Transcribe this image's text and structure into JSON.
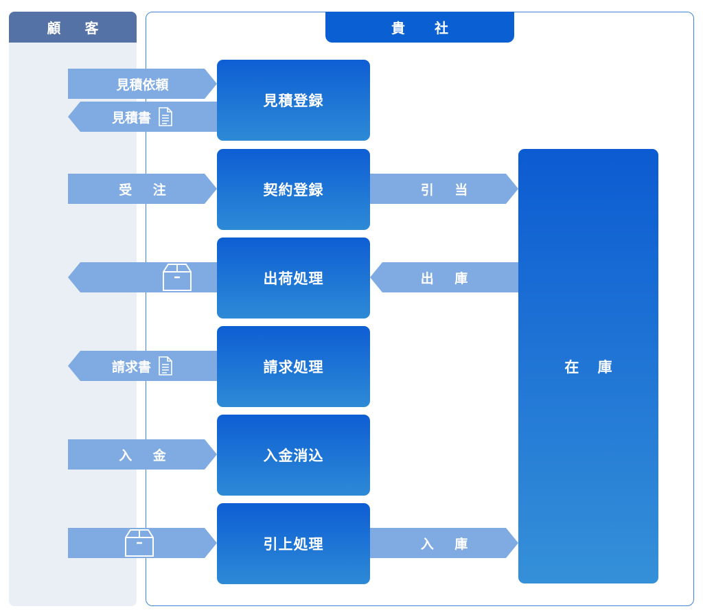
{
  "lanes": {
    "customer": "顧 客",
    "company": "貴 社"
  },
  "processes": {
    "estimate": "見積登録",
    "contract": "契約登録",
    "shipping": "出荷処理",
    "billing": "請求処理",
    "payment": "入金消込",
    "return": "引上処理"
  },
  "inventory": "在 庫",
  "arrows": {
    "estimate_request": "見積依頼",
    "quotation": "見積書",
    "order": "受 注",
    "allocation": "引 当",
    "stock_out": "出 庫",
    "invoice": "請求書",
    "payment_in": "入 金",
    "stock_in": "入 庫"
  },
  "icons": {
    "document": "document-icon",
    "package": "package-icon"
  },
  "colors": {
    "customer_header": "#5472a6",
    "company_header": "#0a5fd2",
    "arrow": "#7fabe2",
    "process_top": "#0e5ed4",
    "process_bottom": "#2d8ad6"
  }
}
